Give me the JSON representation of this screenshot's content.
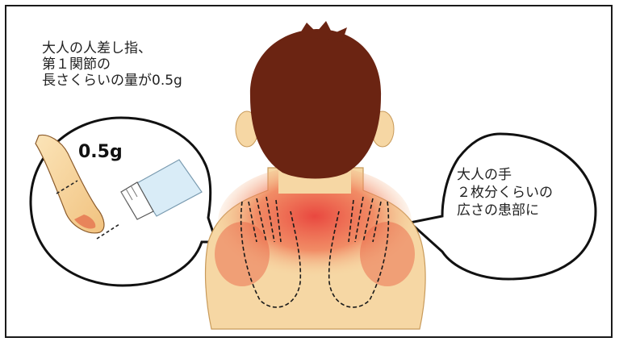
{
  "labels": {
    "fingertip_unit_note": "大人の人差し指、\n第１関節の\n長さくらいの量が0.5g",
    "dose_label": "0.5g",
    "area_note": "大人の手\n２枚分くらいの\n広さの患部に"
  },
  "colors": {
    "skin": "#f6d7a4",
    "redness": "#e84a3a",
    "hair": "#6b2412",
    "outline": "#1a1a1a",
    "tube": "#d9ecf7"
  }
}
